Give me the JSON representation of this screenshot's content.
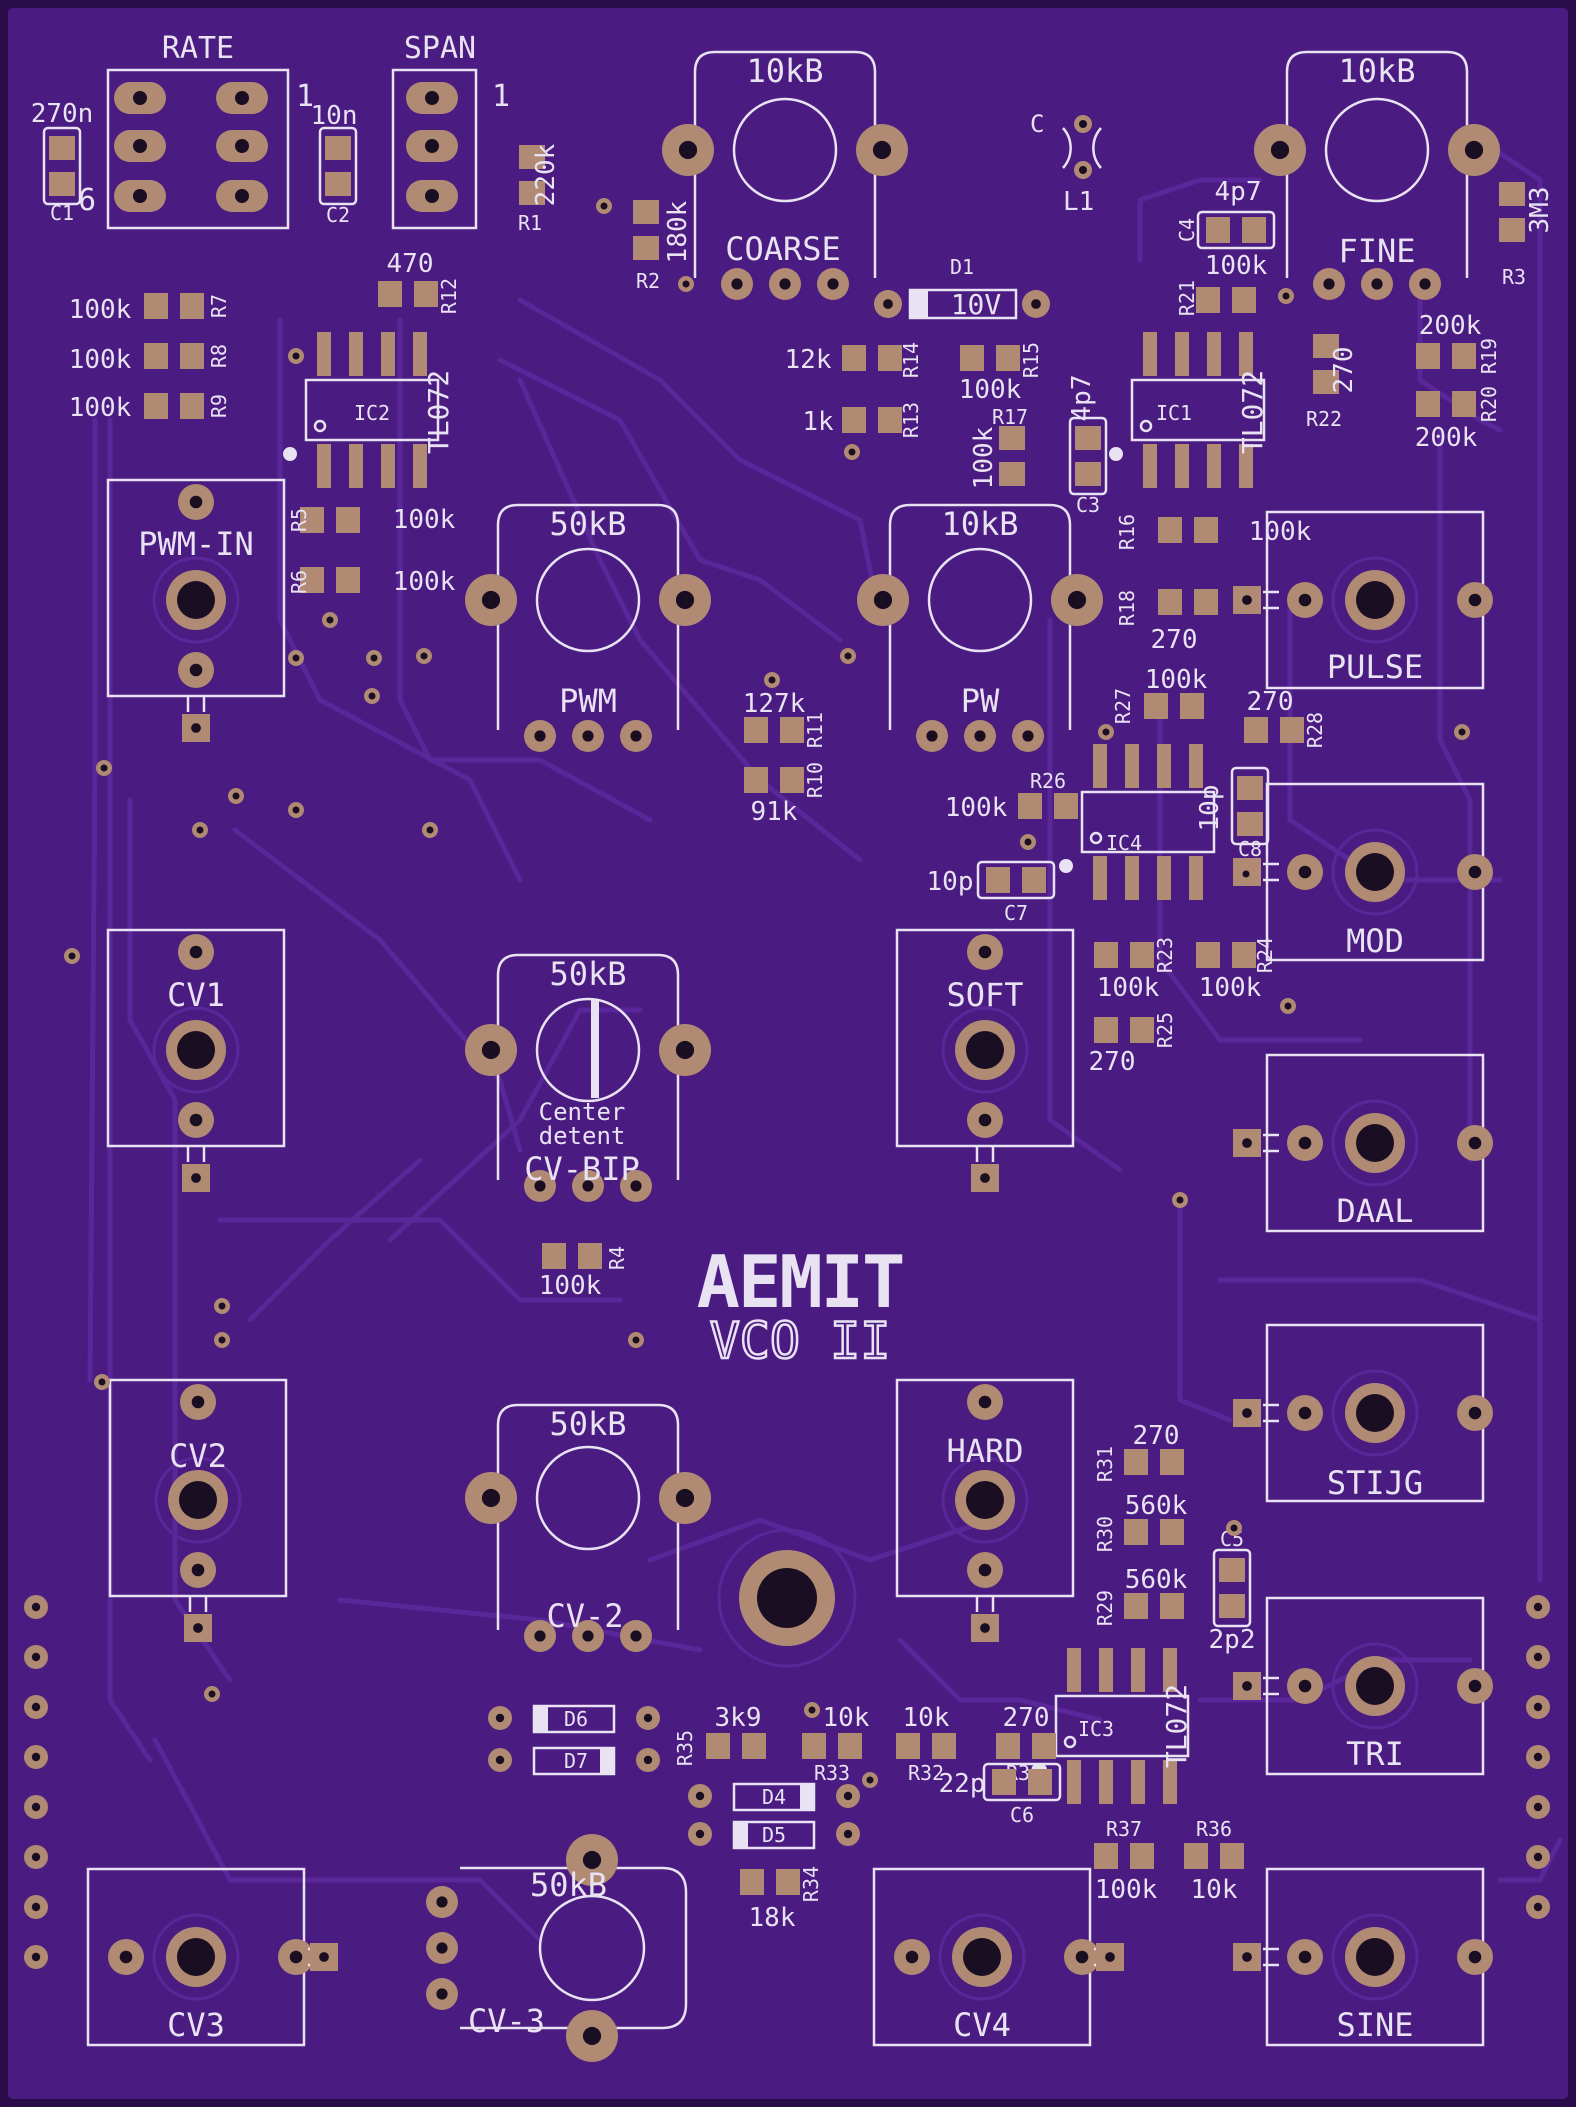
{
  "board": {
    "colors": {
      "substrate": "#4a1b80",
      "copper_trace": "#5a279a",
      "pad": "#b08a73",
      "hole": "#1a0f22",
      "silkscreen": "#e8e2f2",
      "edge": "#2a0d4a"
    },
    "logo": "AEMIT",
    "subtitle": "VCO II"
  },
  "switches": [
    {
      "name": "RATE",
      "pin1": "1",
      "pin6": "6"
    },
    {
      "name": "SPAN",
      "pin1": "1"
    }
  ],
  "pots": [
    {
      "id": "coarse",
      "value": "10kB",
      "label": "COARSE"
    },
    {
      "id": "fine",
      "value": "10kB",
      "label": "FINE"
    },
    {
      "id": "pwm",
      "value": "50kB",
      "label": "PWM"
    },
    {
      "id": "pw",
      "value": "10kB",
      "label": "PW"
    },
    {
      "id": "cvbip",
      "value": "50kB",
      "label": "CV-BIP",
      "note1": "Center",
      "note2": "detent"
    },
    {
      "id": "cv2",
      "value": "50kB",
      "label": "CV-2"
    },
    {
      "id": "cv3",
      "value": "50kB",
      "label": "CV-3"
    }
  ],
  "jacks": [
    {
      "id": "pwm-in",
      "label": "PWM-IN"
    },
    {
      "id": "cv1",
      "label": "CV1"
    },
    {
      "id": "soft",
      "label": "SOFT"
    },
    {
      "id": "cv2",
      "label": "CV2"
    },
    {
      "id": "hard",
      "label": "HARD"
    },
    {
      "id": "cv3",
      "label": "CV3"
    },
    {
      "id": "cv4",
      "label": "CV4"
    },
    {
      "id": "pulse",
      "label": "PULSE"
    },
    {
      "id": "mod",
      "label": "MOD"
    },
    {
      "id": "daal",
      "label": "DAAL"
    },
    {
      "id": "stijg",
      "label": "STIJG"
    },
    {
      "id": "tri",
      "label": "TRI"
    },
    {
      "id": "sine",
      "label": "SINE"
    }
  ],
  "ics": [
    {
      "ref": "IC2",
      "part": "TL072"
    },
    {
      "ref": "IC1",
      "part": "TL072"
    },
    {
      "ref": "IC4",
      "part": ""
    },
    {
      "ref": "IC3",
      "part": "TL072"
    }
  ],
  "diodes": [
    {
      "ref": "D1",
      "value": "10V"
    },
    {
      "ref": "D6",
      "value": ""
    },
    {
      "ref": "D7",
      "value": ""
    },
    {
      "ref": "D4",
      "value": ""
    },
    {
      "ref": "D5",
      "value": ""
    }
  ],
  "inductor": {
    "ref": "L1",
    "pin": "C"
  },
  "resistors": [
    {
      "ref": "R1",
      "value": "220k"
    },
    {
      "ref": "R2",
      "value": "180k"
    },
    {
      "ref": "R3",
      "value": "3M3"
    },
    {
      "ref": "R4",
      "value": "100k"
    },
    {
      "ref": "R5",
      "value": "100k"
    },
    {
      "ref": "R6",
      "value": "100k"
    },
    {
      "ref": "R7",
      "value": "100k"
    },
    {
      "ref": "R8",
      "value": "100k"
    },
    {
      "ref": "R9",
      "value": "100k"
    },
    {
      "ref": "R10",
      "value": "91k"
    },
    {
      "ref": "R11",
      "value": "127k"
    },
    {
      "ref": "R12",
      "value": "470"
    },
    {
      "ref": "R13",
      "value": "1k"
    },
    {
      "ref": "R14",
      "value": "12k"
    },
    {
      "ref": "R15",
      "value": "100k"
    },
    {
      "ref": "R16",
      "value": "100k"
    },
    {
      "ref": "R17",
      "value": "100k"
    },
    {
      "ref": "R18",
      "value": "270"
    },
    {
      "ref": "R19",
      "value": "200k"
    },
    {
      "ref": "R20",
      "value": "200k"
    },
    {
      "ref": "R21",
      "value": "100k"
    },
    {
      "ref": "R22",
      "value": "270"
    },
    {
      "ref": "R23",
      "value": "100k"
    },
    {
      "ref": "R24",
      "value": "100k"
    },
    {
      "ref": "R25",
      "value": "270"
    },
    {
      "ref": "R26",
      "value": "100k"
    },
    {
      "ref": "R27",
      "value": "100k"
    },
    {
      "ref": "R28",
      "value": "270"
    },
    {
      "ref": "R29",
      "value": "560k"
    },
    {
      "ref": "R30",
      "value": "560k"
    },
    {
      "ref": "R31",
      "value": "270"
    },
    {
      "ref": "R32",
      "value": "10k"
    },
    {
      "ref": "R33",
      "value": "10k"
    },
    {
      "ref": "R34",
      "value": "18k"
    },
    {
      "ref": "R35",
      "value": "3k9"
    },
    {
      "ref": "R36",
      "value": "10k"
    },
    {
      "ref": "R37",
      "value": "100k"
    },
    {
      "ref": "R38",
      "value": "270"
    }
  ],
  "capacitors": [
    {
      "ref": "C1",
      "value": "270n"
    },
    {
      "ref": "C2",
      "value": "10n"
    },
    {
      "ref": "C3",
      "value": "4p7"
    },
    {
      "ref": "C4",
      "value": "4p7"
    },
    {
      "ref": "C5",
      "value": "2p2"
    },
    {
      "ref": "C6",
      "value": "22p"
    },
    {
      "ref": "C7",
      "value": "10p"
    },
    {
      "ref": "C8",
      "value": "10p"
    }
  ]
}
